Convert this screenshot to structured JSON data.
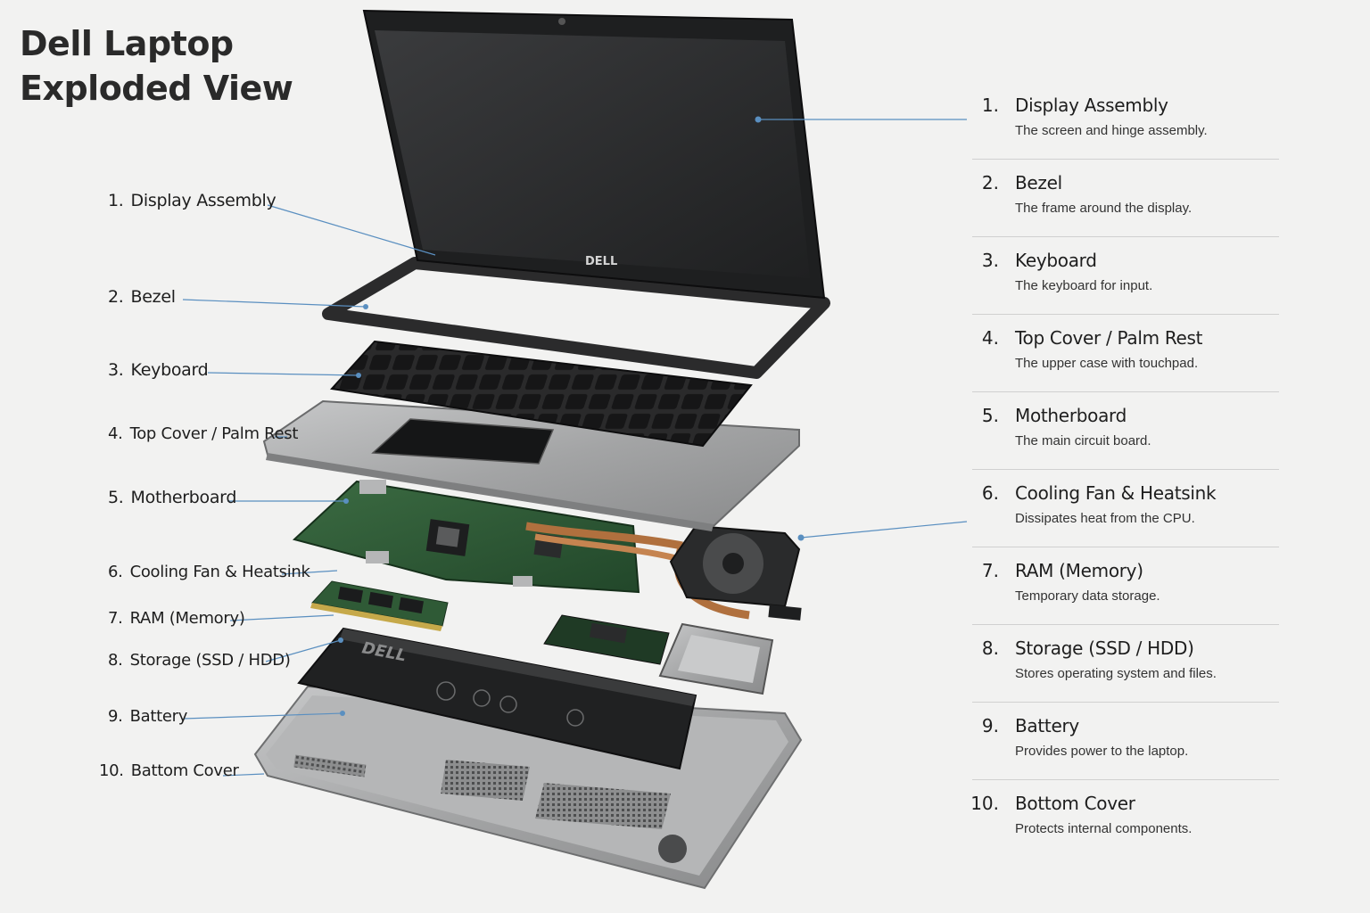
{
  "title": {
    "line1": "Dell Laptop",
    "line2": "Exploded View"
  },
  "left_labels": [
    {
      "num": "1.",
      "text": "Display Assembly"
    },
    {
      "num": "2.",
      "text": "Bezel"
    },
    {
      "num": "3.",
      "text": "Keyboard"
    },
    {
      "num": "4.",
      "text": "Top Cover / Palm Rest"
    },
    {
      "num": "5.",
      "text": "Motherboard"
    },
    {
      "num": "6.",
      "text": "Cooling Fan & Heatsink"
    },
    {
      "num": "7.",
      "text": "RAM (Memory)"
    },
    {
      "num": "8.",
      "text": "Storage (SSD / HDD)"
    },
    {
      "num": "9.",
      "text": "Battery"
    },
    {
      "num": "10.",
      "text": "Battom Cover"
    }
  ],
  "right_list": [
    {
      "num": "1.",
      "title": "Display Assembly",
      "desc": "The screen and hinge assembly."
    },
    {
      "num": "2.",
      "title": "Bezel",
      "desc": "The frame around the display."
    },
    {
      "num": "3.",
      "title": "Keyboard",
      "desc": "The keyboard for input."
    },
    {
      "num": "4.",
      "title": "Top Cover / Palm Rest",
      "desc": "The upper case with touchpad."
    },
    {
      "num": "5.",
      "title": "Motherboard",
      "desc": "The main circuit board."
    },
    {
      "num": "6.",
      "title": "Cooling Fan & Heatsink",
      "desc": "Dissipates heat from the CPU."
    },
    {
      "num": "7.",
      "title": "RAM (Memory)",
      "desc": "Temporary data storage."
    },
    {
      "num": "8.",
      "title": "Storage (SSD / HDD)",
      "desc": "Stores operating system and files."
    },
    {
      "num": "9.",
      "title": "Battery",
      "desc": "Provides power to the laptop."
    },
    {
      "num": "10.",
      "title": "Bottom Cover",
      "desc": "Protects internal components."
    }
  ],
  "logos": {
    "screen": "DELL",
    "battery": "DELL"
  },
  "colors": {
    "leader_line": "#5a8fc0",
    "pcb": "#2f5a36",
    "copper": "#b0703e",
    "aluminum": "#a9aaab",
    "dark_plastic": "#2b2b2c"
  }
}
